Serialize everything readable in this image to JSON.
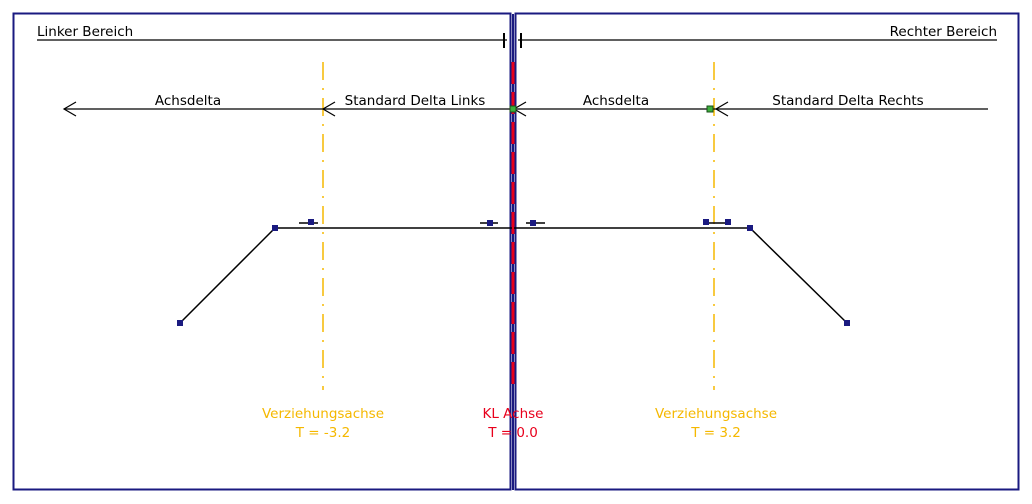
{
  "panels": {
    "left": {
      "title": "Linker Bereich"
    },
    "right": {
      "title": "Rechter Bereich"
    }
  },
  "delta_labels": {
    "left_achsdelta": "Achsdelta",
    "left_standard": "Standard Delta Links",
    "right_achsdelta": "Achsdelta",
    "right_standard": "Standard Delta Rechts"
  },
  "axes": {
    "left_verziehung": {
      "label": "Verziehungsachse",
      "value": "T = -3.2"
    },
    "kl_achse": {
      "label": "KL Achse",
      "value": "T = 0.0"
    },
    "right_verziehung": {
      "label": "Verziehungsachse",
      "value": "T = 3.2"
    }
  },
  "colors": {
    "frame": "#1a1a80",
    "line": "#000000",
    "kl_axis": "#e8001c",
    "verziehung_axis": "#f5b800",
    "node": "#1a1a80",
    "node_green": "#3cb03c"
  }
}
